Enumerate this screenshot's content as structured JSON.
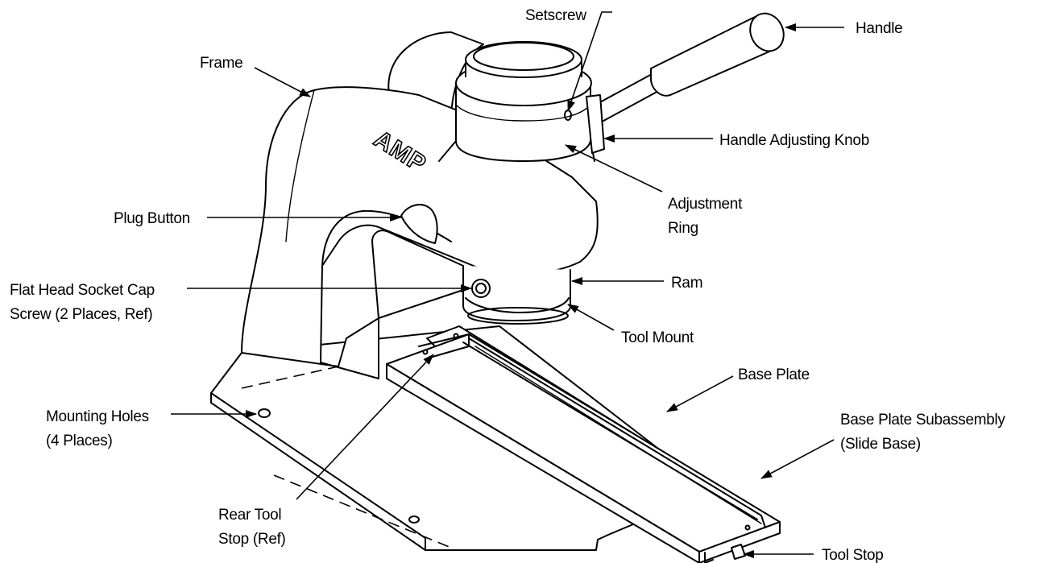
{
  "diagram": {
    "brand": "AMP",
    "labels": {
      "setscrew": "Setscrew",
      "handle": "Handle",
      "frame": "Frame",
      "handle_adjusting_knob": "Handle Adjusting Knob",
      "adjustment_ring_1": "Adjustment",
      "adjustment_ring_2": "Ring",
      "plug_button": "Plug Button",
      "flat_head_1": "Flat Head Socket Cap",
      "flat_head_2": "Screw (2 Places, Ref)",
      "ram": "Ram",
      "tool_mount": "Tool Mount",
      "base_plate": "Base Plate",
      "mounting_holes_1": "Mounting Holes",
      "mounting_holes_2": "(4 Places)",
      "base_plate_sub_1": "Base Plate Subassembly",
      "base_plate_sub_2": "(Slide Base)",
      "rear_tool_stop_1": "Rear Tool",
      "rear_tool_stop_2": "Stop (Ref)",
      "tool_stop": "Tool Stop"
    },
    "colors": {
      "line": "#000000",
      "background": "#ffffff"
    }
  }
}
